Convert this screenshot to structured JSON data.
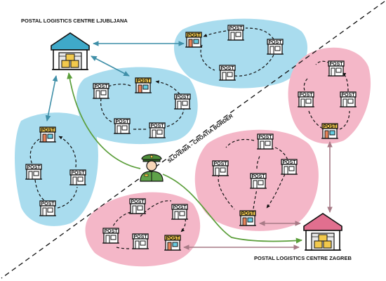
{
  "labels": {
    "ljubljana": "POSTAL LOGISTICS CENTRE LJUBLJANA",
    "zagreb": "POSTAL LOGISTICS CENTRE ZAGREB",
    "border": "SLOVENIA - CROATIA BORDER",
    "post": "POST"
  },
  "colors": {
    "slovenia_zone": "#a9dcee",
    "croatia_zone": "#f4b7c8",
    "hub_link_si": "#3f8fa8",
    "hub_link_hr": "#a77a86",
    "border_route": "#5b9e3a",
    "highlight_post": "#f2c94c",
    "roof_si": "#3fa9c9",
    "roof_hr": "#e16f8f"
  },
  "icons": {
    "hub": "warehouse-icon",
    "office": "post-office-icon",
    "officer": "customs-officer-icon"
  }
}
